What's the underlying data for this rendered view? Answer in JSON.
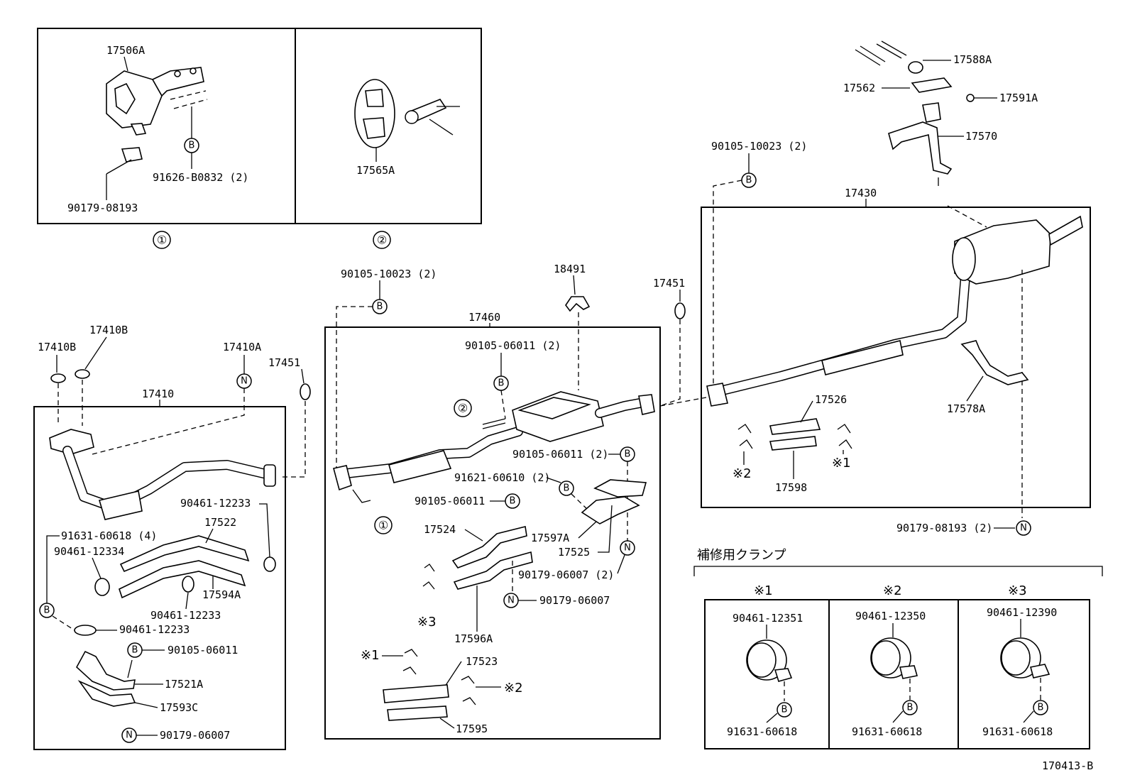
{
  "diagram_id": "170413-B",
  "section_title": "補修用クランプ",
  "inset_markers": {
    "one": "①",
    "two": "②"
  },
  "mark_symbols": {
    "b": "B",
    "n": "N"
  },
  "insets": {
    "inset1": {
      "parts": {
        "a": "17506A",
        "b": "91626-B0832 (2)",
        "c": "90179-08193"
      }
    },
    "inset2": {
      "parts": {
        "a": "17565A"
      }
    }
  },
  "front_pipe": {
    "title": "17410",
    "parts": {
      "gasket_b1": "17410B",
      "gasket_b2": "17410B",
      "nut_a": "17410A",
      "ring_17451": "17451",
      "clamp_12233_top": "90461-12233",
      "clamp_60618": "91631-60618 (4)",
      "insulator_17522": "17522",
      "clamp_12334": "90461-12334",
      "insulator_17594a": "17594A",
      "clamp_12233_mid": "90461-12233",
      "clamp_12233_low": "90461-12233",
      "bolt_06011": "90105-06011",
      "insulator_17521a": "17521A",
      "insulator_17593c": "17593C",
      "nut_06007": "90179-06007"
    }
  },
  "center_pipe": {
    "title": "17460",
    "parts": {
      "bolt_10023": "90105-10023 (2)",
      "bracket_18491": "18491",
      "ring_17451": "17451",
      "bolt_06011_a": "90105-06011 (2)",
      "bolt_06011_b": "90105-06011 (2)",
      "bolt_60610": "91621-60610 (2)",
      "bolt_06011_c": "90105-06011",
      "insulator_17524": "17524",
      "insulator_17597a": "17597A",
      "insulator_17525": "17525",
      "nut_06007_2": "90179-06007 (2)",
      "nut_06007": "90179-06007",
      "insulator_17596a": "17596A",
      "mark3": "※3",
      "mark1": "※1",
      "insulator_17523": "17523",
      "mark2": "※2",
      "insulator_17595": "17595"
    }
  },
  "tail_pipe": {
    "title": "17430",
    "parts": {
      "bolt_10023": "90105-10023 (2)",
      "cushion_17588a": "17588A",
      "bracket_17562": "17562",
      "nut_17591a": "17591A",
      "support_17570": "17570",
      "insulator_17526": "17526",
      "mark2": "※2",
      "insulator_17598": "17598",
      "mark1": "※1",
      "support_17578a": "17578A",
      "nut_08193": "90179-08193 (2)"
    }
  },
  "clamps": [
    {
      "mark": "※1",
      "clamp": "90461-12351",
      "bolt": "91631-60618"
    },
    {
      "mark": "※2",
      "clamp": "90461-12350",
      "bolt": "91631-60618"
    },
    {
      "mark": "※3",
      "clamp": "90461-12390",
      "bolt": "91631-60618"
    }
  ]
}
